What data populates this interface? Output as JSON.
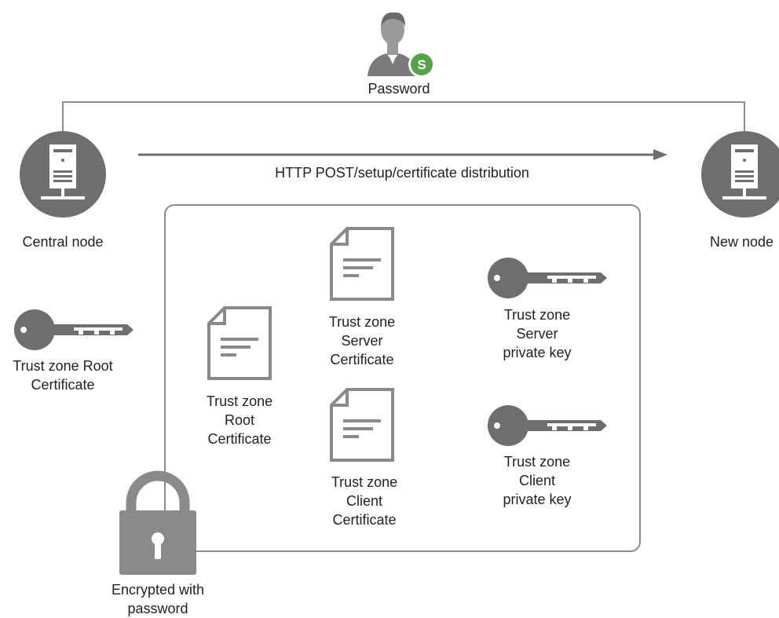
{
  "colors": {
    "icon_gray": "#6e6e6e",
    "icon_light": "#8a8a8a",
    "line_gray": "#8c8c8c",
    "qlik_green": "#52a447",
    "background": "#ffffff"
  },
  "user": {
    "label": "Password",
    "badge_letter": "S",
    "icon": "user-icon"
  },
  "connection": {
    "label": "HTTP POST/setup/certificate distribution"
  },
  "central_node": {
    "label": "Central node",
    "icon": "server-icon"
  },
  "new_node": {
    "label": "New node",
    "icon": "server-icon"
  },
  "root_key": {
    "line1": "Trust zone Root",
    "line2": "Certificate",
    "icon": "key-icon"
  },
  "package": {
    "root_cert": {
      "line1": "Trust zone",
      "line2": "Root",
      "line3": "Certificate",
      "icon": "document-icon"
    },
    "server_cert": {
      "line1": "Trust zone",
      "line2": "Server",
      "line3": "Certificate",
      "icon": "document-icon"
    },
    "client_cert": {
      "line1": "Trust zone",
      "line2": "Client",
      "line3": "Certificate",
      "icon": "document-icon"
    },
    "server_key": {
      "line1": "Trust zone",
      "line2": "Server",
      "line3": "private key",
      "icon": "key-icon"
    },
    "client_key": {
      "line1": "Trust zone",
      "line2": "Client",
      "line3": "private key",
      "icon": "key-icon"
    }
  },
  "lock": {
    "line1": "Encrypted with",
    "line2": "password",
    "icon": "padlock-icon"
  }
}
